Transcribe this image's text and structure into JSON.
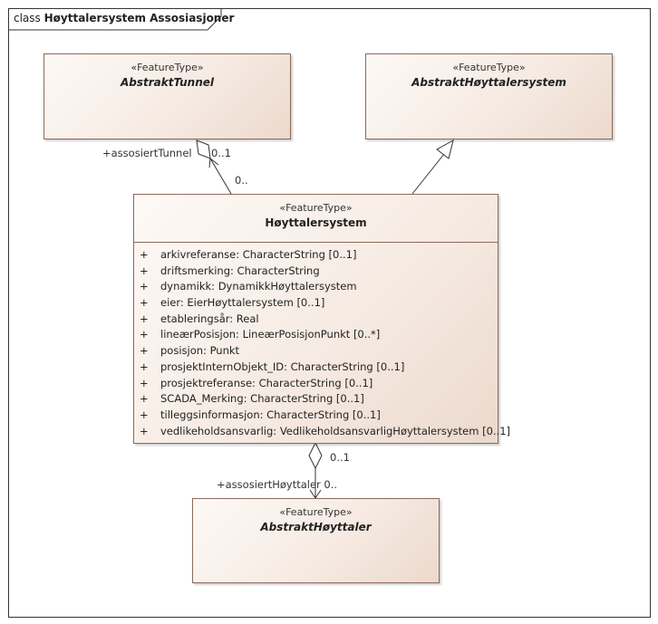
{
  "diagram": {
    "title_prefix": "class",
    "title_name": "Høyttalersystem Assosiasjoner"
  },
  "classes": {
    "tunnel": {
      "stereotype": "«FeatureType»",
      "name": "AbstraktTunnel"
    },
    "abstrakt_system": {
      "stereotype": "«FeatureType»",
      "name": "AbstraktHøyttalersystem"
    },
    "system": {
      "stereotype": "«FeatureType»",
      "name": "Høyttalersystem",
      "attributes": [
        {
          "vis": "+",
          "text": "arkivreferanse: CharacterString [0..1]"
        },
        {
          "vis": "+",
          "text": "driftsmerking: CharacterString"
        },
        {
          "vis": "+",
          "text": "dynamikk: DynamikkHøyttalersystem"
        },
        {
          "vis": "+",
          "text": "eier: EierHøyttalersystem [0..1]"
        },
        {
          "vis": "+",
          "text": "etableringsår: Real"
        },
        {
          "vis": "+",
          "text": "lineærPosisjon: LineærPosisjonPunkt [0..*]"
        },
        {
          "vis": "+",
          "text": "posisjon: Punkt"
        },
        {
          "vis": "+",
          "text": "prosjektInternObjekt_ID: CharacterString [0..1]"
        },
        {
          "vis": "+",
          "text": "prosjektreferanse: CharacterString [0..1]"
        },
        {
          "vis": "+",
          "text": "SCADA_Merking: CharacterString [0..1]"
        },
        {
          "vis": "+",
          "text": "tilleggsinformasjon: CharacterString [0..1]"
        },
        {
          "vis": "+",
          "text": "vedlikeholdsansvarlig: VedlikeholdsansvarligHøyttalersystem [0..1]"
        }
      ]
    },
    "hoyttaler": {
      "stereotype": "«FeatureType»",
      "name": "AbstraktHøyttaler"
    }
  },
  "associations": {
    "tunnel_role": "+assosiertTunnel",
    "tunnel_mult_top": "0..1",
    "tunnel_mult_bottom": "0..",
    "hoyttaler_mult_top": "0..1",
    "hoyttaler_role": "+assosiertHøyttaler 0.."
  }
}
